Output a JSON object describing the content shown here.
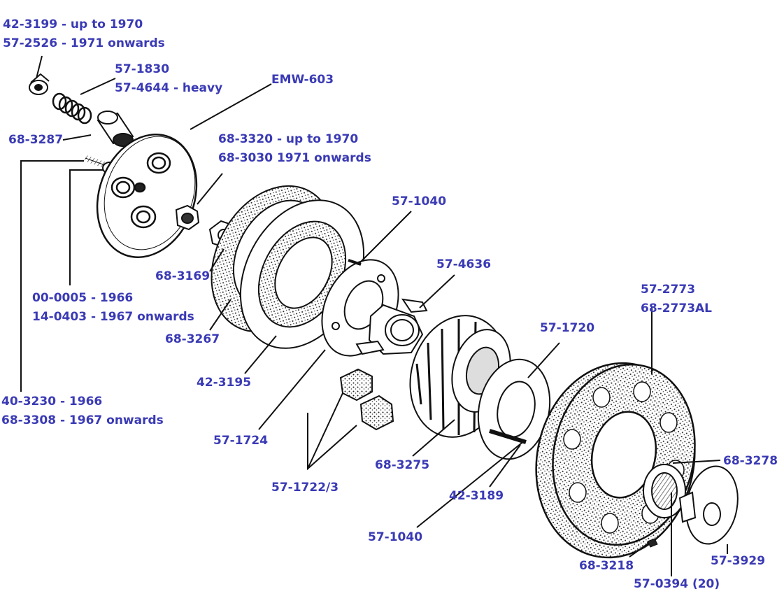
{
  "colors": {
    "label": "#3a3ab5",
    "leader": "#111111",
    "ink": "#1a1a1a",
    "paper": "#ffffff"
  },
  "labels": {
    "spring_cup": [
      "42-3199 - up to 1970",
      "57-2526 - 1971 onwards"
    ],
    "spring": [
      "57-1830",
      "57-4644 - heavy"
    ],
    "pressure_plate": "EMW-603",
    "spring_stud": "68-3287",
    "nut": [
      "68-3320 - up to 1970",
      "68-3030 1971 onwards"
    ],
    "adjuster_screw": [
      "00-0005 - 1966",
      "14-0403 - 1967 onwards"
    ],
    "locknut": "68-3169",
    "friction_plate": "68-3267",
    "plain_plate": "42-3195",
    "back_plate": "57-1724",
    "rubbers": "57-1722/3",
    "pin": [
      "40-3230 - 1966",
      "68-3308 - 1967 onwards"
    ],
    "screw_upper": "57-1040",
    "shock_absorber": "57-4636",
    "chainwheel": [
      "57-2773",
      "68-2773AL"
    ],
    "centre_plate": "57-1720",
    "clutch_centre": "68-3275",
    "stud": "42-3189",
    "screw_lower": "57-1040",
    "thrust_washer": "68-3278",
    "hub": "57-3929",
    "key": "68-3218",
    "rollers": "57-0394 (20)"
  }
}
